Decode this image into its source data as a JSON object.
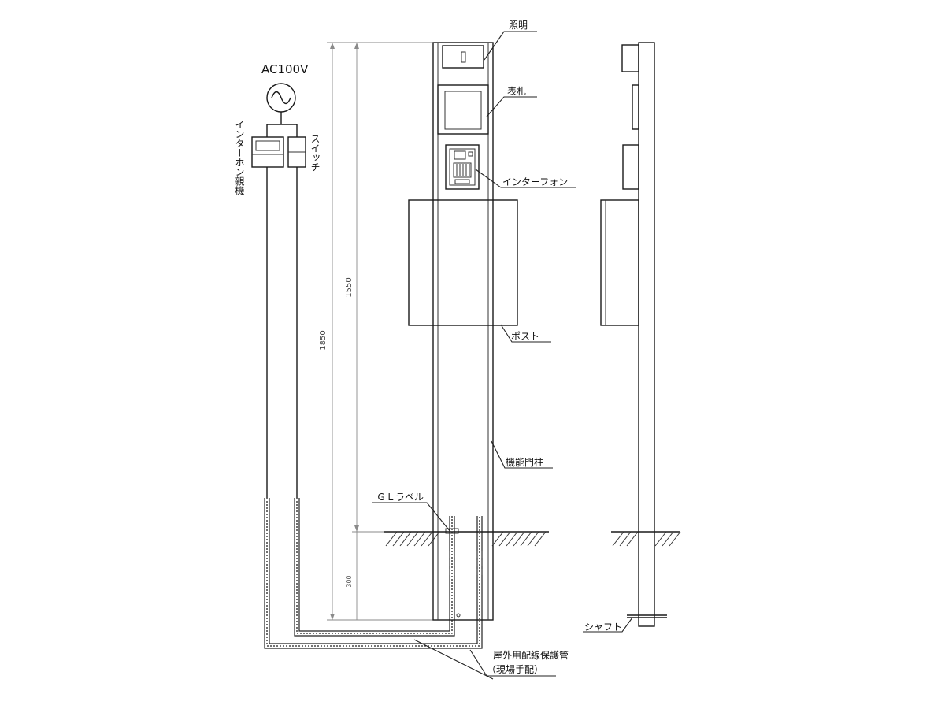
{
  "labels": {
    "ac_power": "AC100V",
    "intercom_master": "インターホン親機",
    "switch": "スイッチ",
    "lighting": "照明",
    "nameplate": "表札",
    "interphone": "インターフォン",
    "post": "ポスト",
    "gate_pillar": "機能門柱",
    "gl_label": "ＧＬラベル",
    "shaft": "シャフト",
    "conduit_line1": "屋外用配線保護管",
    "conduit_line2": "（現場手配）"
  },
  "dimensions": {
    "total_height": "1850",
    "above_ground_height": "1550",
    "embed_depth": "300"
  }
}
